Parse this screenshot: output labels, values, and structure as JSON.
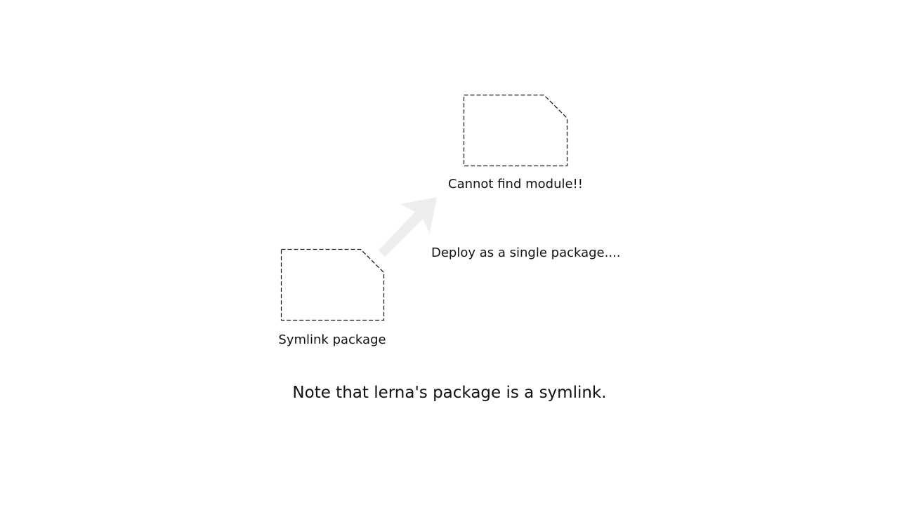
{
  "diagram": {
    "nodes": [
      {
        "id": "target",
        "icon": "file-icon",
        "label": "Cannot find module!!"
      },
      {
        "id": "source",
        "icon": "file-icon",
        "label": "Symlink package"
      }
    ],
    "edge": {
      "from": "source",
      "to": "target",
      "label": "Deploy as a single package....",
      "color": "#eeeeee"
    },
    "caption": "Note that lerna's package is a symlink."
  }
}
